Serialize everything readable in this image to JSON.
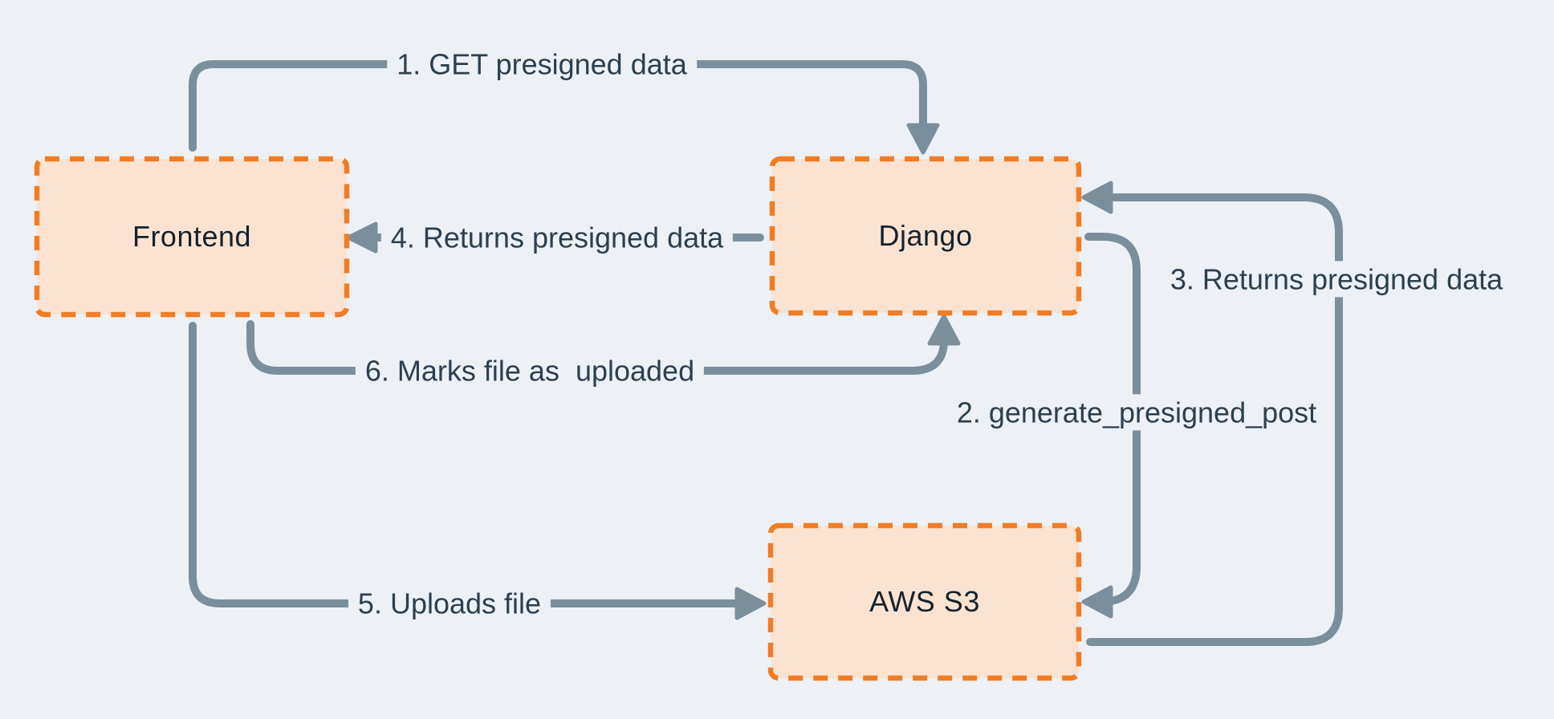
{
  "diagram": {
    "nodes": [
      {
        "id": "frontend",
        "label": "Frontend"
      },
      {
        "id": "django",
        "label": "Django"
      },
      {
        "id": "aws-s3",
        "label": "AWS S3"
      }
    ],
    "edges": [
      {
        "id": "edge-1",
        "label": "1. GET presigned data",
        "from": "Frontend",
        "to": "Django"
      },
      {
        "id": "edge-2",
        "label": "2. generate_presigned_post",
        "from": "Django",
        "to": "AWS S3"
      },
      {
        "id": "edge-3",
        "label": "3. Returns presigned data",
        "from": "AWS S3",
        "to": "Django"
      },
      {
        "id": "edge-4",
        "label": "4. Returns presigned data",
        "from": "Django",
        "to": "Frontend"
      },
      {
        "id": "edge-5",
        "label": "5. Uploads file",
        "from": "Frontend",
        "to": "AWS S3"
      },
      {
        "id": "edge-6",
        "label": "6. Marks file as  uploaded",
        "from": "Frontend",
        "to": "Django"
      }
    ],
    "colors": {
      "background": "#edf1f5",
      "node_fill": "#fce3d1",
      "node_border": "#f07d26",
      "connector": "#7b8e9c",
      "edge_label_text": "#2c3f4f",
      "node_label_text": "#15222e"
    }
  }
}
